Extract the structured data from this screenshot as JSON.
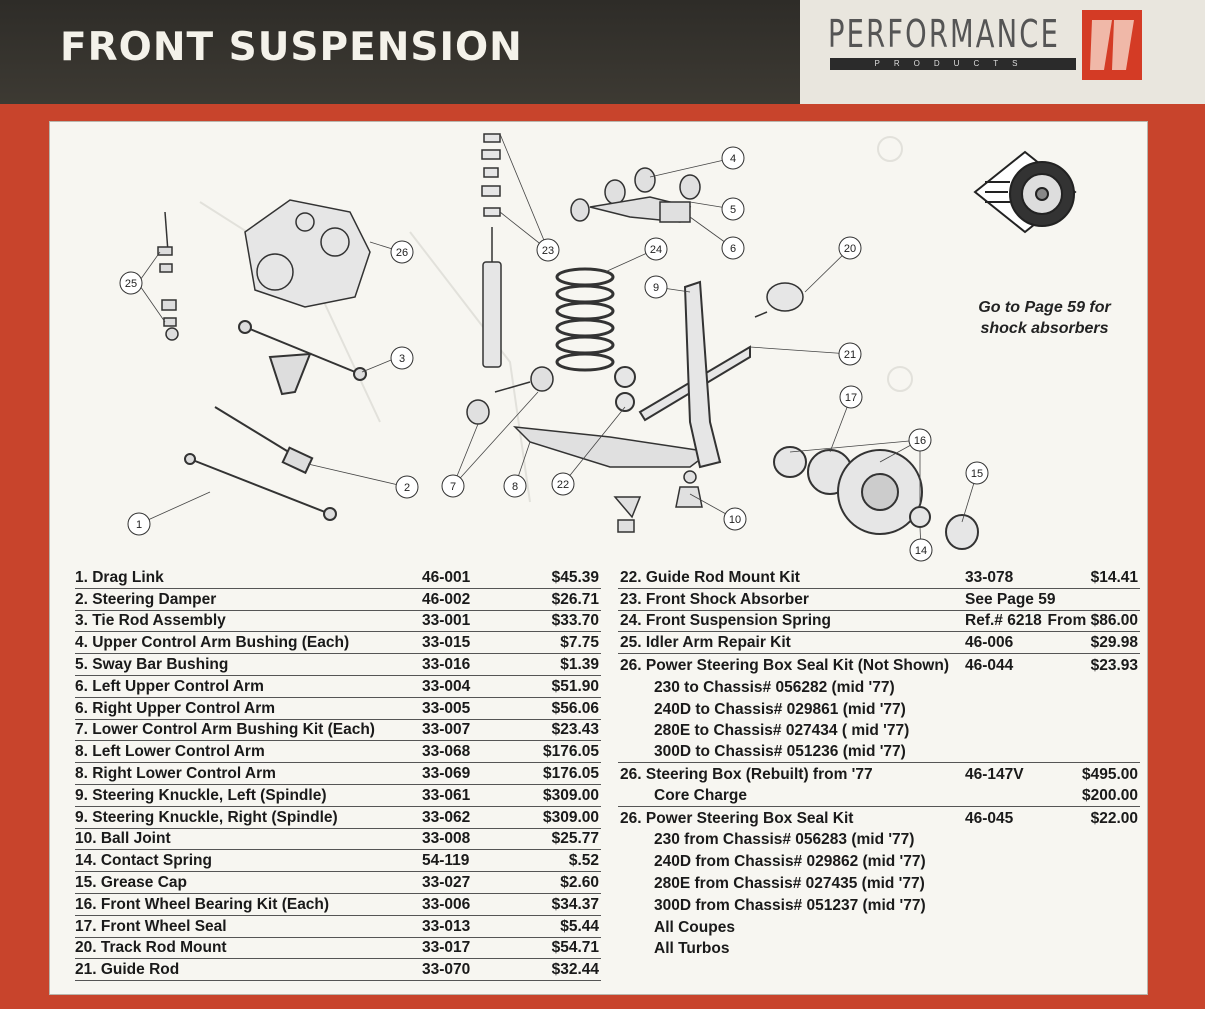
{
  "header": {
    "title": "FRONT SUSPENSION",
    "brand": "PERFORMANCE",
    "brand_sub": "PRODUCTS"
  },
  "promo": {
    "line1": "Go to Page 59 for",
    "line2": "shock absorbers"
  },
  "callouts": [
    "1",
    "2",
    "3",
    "4",
    "5",
    "6",
    "7",
    "8",
    "9",
    "10",
    "14",
    "15",
    "16",
    "17",
    "20",
    "21",
    "22",
    "23",
    "24",
    "25",
    "26"
  ],
  "left_parts": [
    {
      "label": "1.  Drag Link",
      "part": "46-001",
      "price": "$45.39"
    },
    {
      "label": "2.  Steering Damper",
      "part": "46-002",
      "price": "$26.71"
    },
    {
      "label": "3.  Tie Rod Assembly",
      "part": "33-001",
      "price": "$33.70"
    },
    {
      "label": "4.  Upper Control Arm Bushing (Each)",
      "part": "33-015",
      "price": "$7.75"
    },
    {
      "label": "5.  Sway Bar Bushing",
      "part": "33-016",
      "price": "$1.39"
    },
    {
      "label": "6.  Left Upper Control Arm",
      "part": "33-004",
      "price": "$51.90"
    },
    {
      "label": "6.  Right Upper Control Arm",
      "part": "33-005",
      "price": "$56.06"
    },
    {
      "label": "7.  Lower Control Arm Bushing Kit (Each)",
      "part": "33-007",
      "price": "$23.43"
    },
    {
      "label": "8.  Left Lower Control Arm",
      "part": "33-068",
      "price": "$176.05"
    },
    {
      "label": "8.  Right Lower Control Arm",
      "part": "33-069",
      "price": "$176.05"
    },
    {
      "label": "9.  Steering Knuckle, Left (Spindle)",
      "part": "33-061",
      "price": "$309.00"
    },
    {
      "label": "9.  Steering Knuckle, Right (Spindle)",
      "part": "33-062",
      "price": "$309.00"
    },
    {
      "label": "10. Ball Joint",
      "part": "33-008",
      "price": "$25.77"
    },
    {
      "label": "14. Contact Spring",
      "part": "54-119",
      "price": "$.52"
    },
    {
      "label": "15. Grease Cap",
      "part": "33-027",
      "price": "$2.60"
    },
    {
      "label": "16. Front Wheel Bearing Kit (Each)",
      "part": "33-006",
      "price": "$34.37"
    },
    {
      "label": "17. Front Wheel Seal",
      "part": "33-013",
      "price": "$5.44"
    },
    {
      "label": "20. Track Rod Mount",
      "part": "33-017",
      "price": "$54.71"
    },
    {
      "label": "21. Guide Rod",
      "part": "33-070",
      "price": "$32.44"
    }
  ],
  "right_parts": [
    {
      "label": "22. Guide Rod Mount Kit",
      "part": "33-078",
      "price": "$14.41",
      "border": true
    },
    {
      "label": "23. Front Shock Absorber",
      "part": "See Page 59",
      "price": "",
      "border": true
    },
    {
      "label": "24. Front Suspension Spring",
      "part": "Ref.# 6218",
      "price": "From $86.00",
      "border": true
    },
    {
      "label": "25. Idler Arm Repair Kit",
      "part": "46-006",
      "price": "$29.98",
      "border": true
    },
    {
      "label": "26. Power Steering Box  Seal Kit (Not Shown)",
      "part": "46-044",
      "price": "$23.93",
      "border": false
    },
    {
      "label": "230 to Chassis# 056282 (mid '77)",
      "part": "",
      "price": "",
      "border": false,
      "indent": true
    },
    {
      "label": "240D to Chassis# 029861 (mid '77)",
      "part": "",
      "price": "",
      "border": false,
      "indent": true
    },
    {
      "label": "280E to Chassis# 027434 ( mid '77)",
      "part": "",
      "price": "",
      "border": false,
      "indent": true
    },
    {
      "label": "300D to Chassis# 051236 (mid '77)",
      "part": "",
      "price": "",
      "border": true,
      "indent": true
    },
    {
      "label": "26. Steering Box (Rebuilt) from '77",
      "part": "46-147V",
      "price": "$495.00",
      "border": false
    },
    {
      "label": "Core Charge",
      "part": "",
      "price": "$200.00",
      "border": true,
      "indent": true
    },
    {
      "label": "26. Power Steering Box  Seal Kit",
      "part": "46-045",
      "price": "$22.00",
      "border": false
    },
    {
      "label": "230 from Chassis# 056283 (mid '77)",
      "part": "",
      "price": "",
      "border": false,
      "indent": true
    },
    {
      "label": "240D from Chassis# 029862 (mid '77)",
      "part": "",
      "price": "",
      "border": false,
      "indent": true
    },
    {
      "label": "280E from Chassis# 027435 (mid '77)",
      "part": "",
      "price": "",
      "border": false,
      "indent": true
    },
    {
      "label": "300D from Chassis# 051237 (mid '77)",
      "part": "",
      "price": "",
      "border": false,
      "indent": true
    },
    {
      "label": "All Coupes",
      "part": "",
      "price": "",
      "border": false,
      "indent": true
    },
    {
      "label": "All Turbos",
      "part": "",
      "price": "",
      "border": false,
      "indent": true
    }
  ]
}
